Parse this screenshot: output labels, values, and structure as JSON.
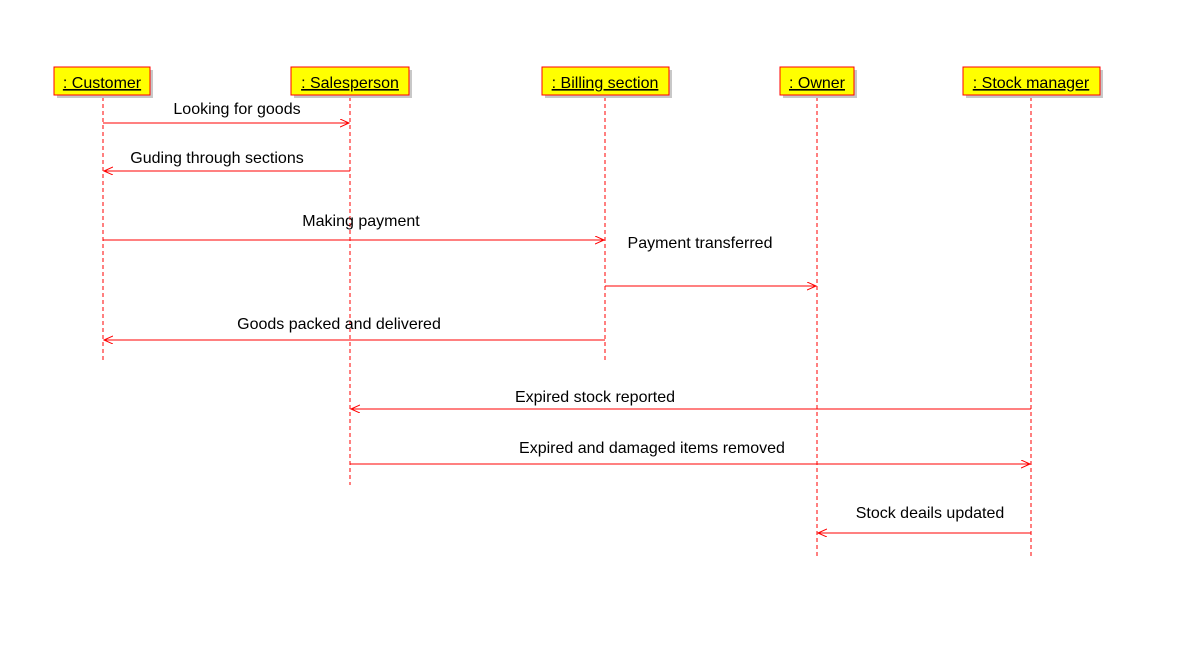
{
  "actors": [
    {
      "id": "customer",
      "label": ": Customer"
    },
    {
      "id": "salesperson",
      "label": ": Salesperson"
    },
    {
      "id": "billing",
      "label": ": Billing section"
    },
    {
      "id": "owner",
      "label": ": Owner"
    },
    {
      "id": "stock",
      "label": ": Stock manager"
    }
  ],
  "messages": [
    {
      "from": "customer",
      "to": "salesperson",
      "label": "Looking for goods"
    },
    {
      "from": "salesperson",
      "to": "customer",
      "label": "Guding through sections"
    },
    {
      "from": "customer",
      "to": "billing",
      "label": "Making payment"
    },
    {
      "from": "billing",
      "to": "owner",
      "label": "Payment transferred"
    },
    {
      "from": "billing",
      "to": "customer",
      "label": "Goods packed and delivered"
    },
    {
      "from": "stock",
      "to": "salesperson",
      "label": "Expired stock reported"
    },
    {
      "from": "salesperson",
      "to": "stock",
      "label": "Expired and damaged items removed"
    },
    {
      "from": "stock",
      "to": "owner",
      "label": "Stock deails updated"
    }
  ],
  "colors": {
    "actor_fill": "#ffff00",
    "line": "#ff0000",
    "text": "#000000"
  }
}
